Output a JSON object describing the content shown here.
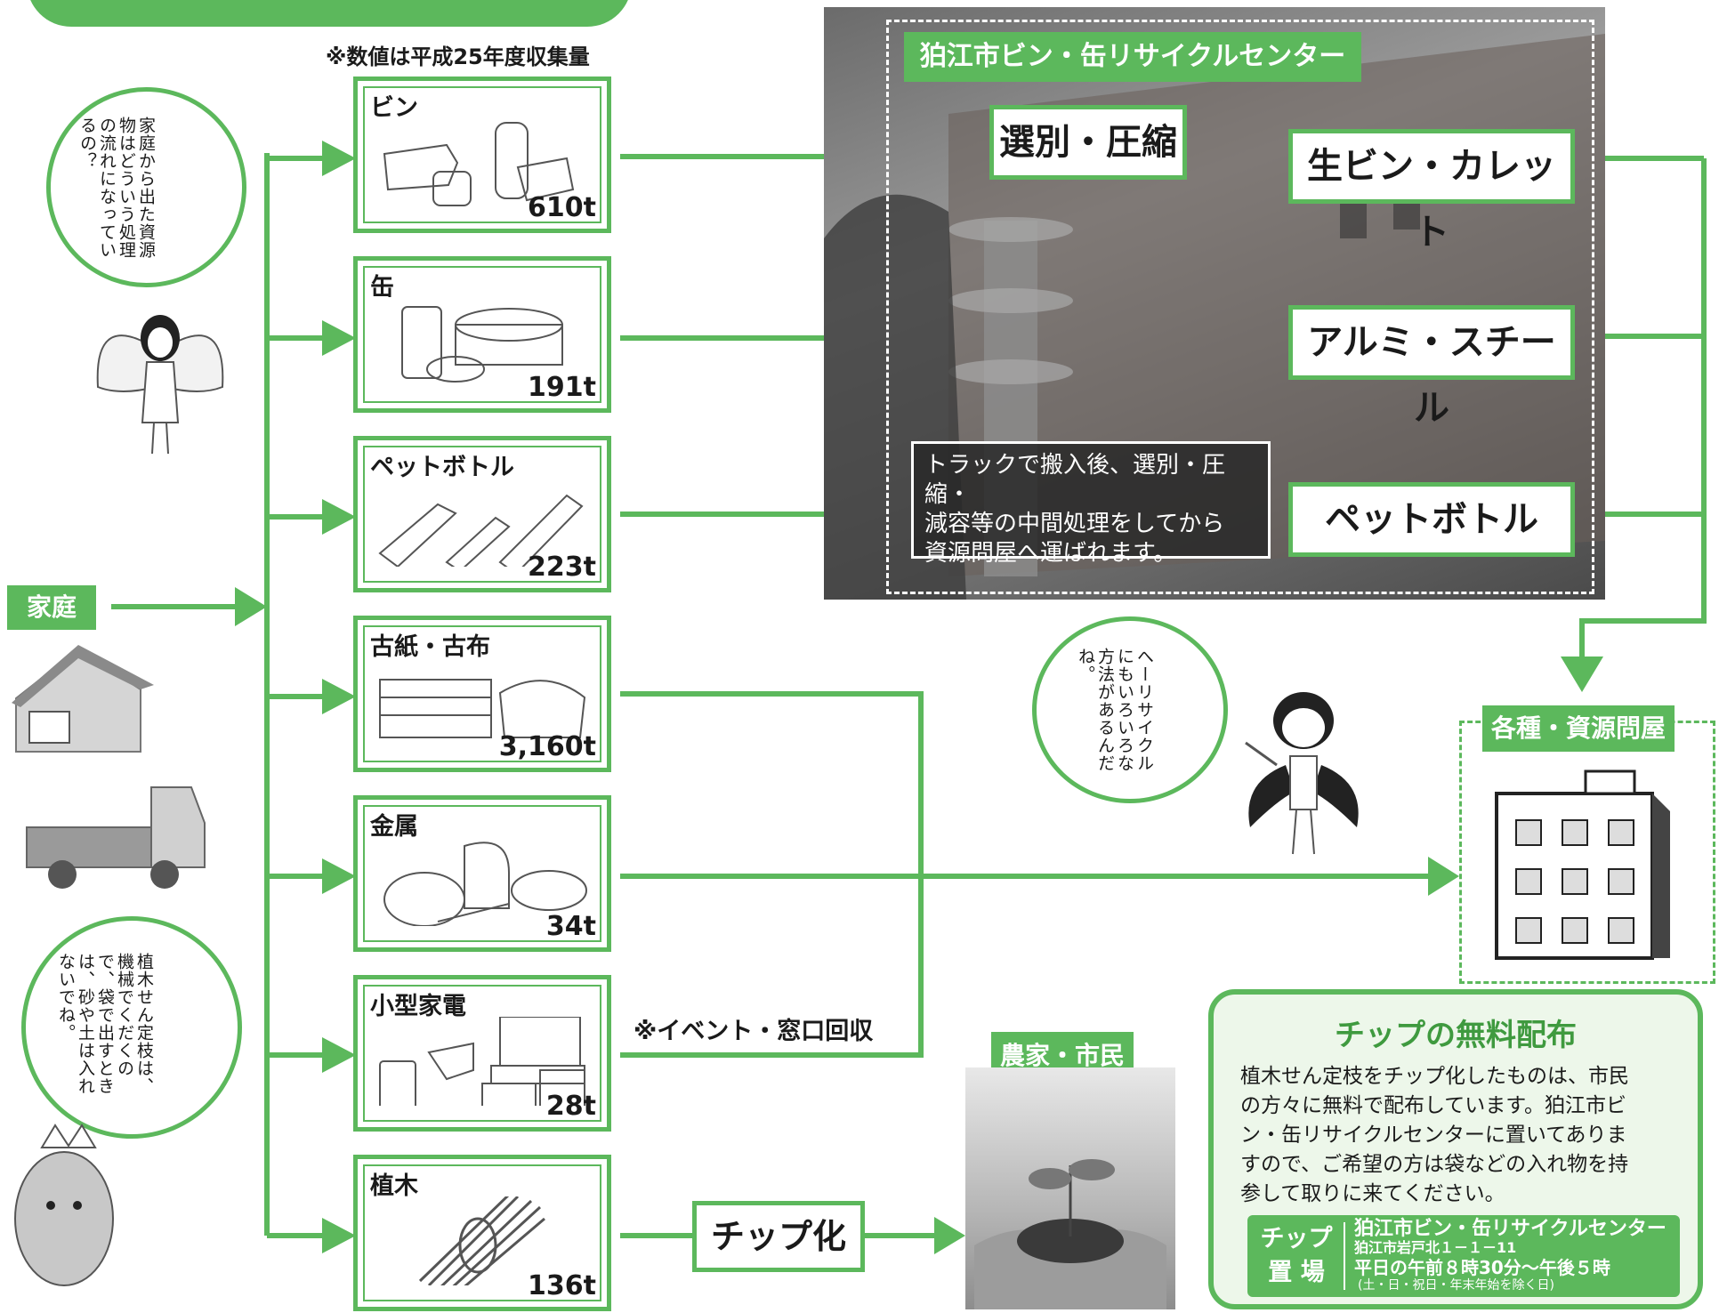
{
  "title": {
    "text": "…"
  },
  "note_top": "※数値は平成25年度収集量",
  "items": [
    {
      "label": "ビン",
      "amount": "610t"
    },
    {
      "label": "缶",
      "amount": "191t"
    },
    {
      "label": "ペットボトル",
      "amount": "223t"
    },
    {
      "label": "古紙・古布",
      "amount": "3,160t"
    },
    {
      "label": "金属",
      "amount": "34t"
    },
    {
      "label": "小型家電",
      "amount": "28t"
    },
    {
      "label": "植木",
      "amount": "136t"
    }
  ],
  "home_label": "家庭",
  "speech": {
    "butterfly": "家庭から出た資源物はどういう処理の流れになっているの？",
    "branch": "植木せん定枝は、機械でくだくので、袋で出すときは、砂や土は入れないでね。",
    "bug": "へーリサイクルにもいろいろな方法があるんだね。"
  },
  "center": {
    "name": "狛江市ビン・缶リサイクルセンター",
    "process": "選別・圧縮",
    "outputs": [
      "生ビン・カレット",
      "アルミ・スチール",
      "ペットボトル"
    ],
    "desc_lines": [
      "トラックで搬入後、選別・圧縮・",
      "減容等の中間処理をしてから",
      "資源問屋へ運ばれます。"
    ]
  },
  "wholesaler": "各種・資源問屋",
  "event_note": "※イベント・窓口回収",
  "chip": "チップ化",
  "farmers": "農家・市民",
  "info": {
    "title": "チップの無料配布",
    "lines": [
      "植木せん定枝をチップ化したものは、市民",
      "の方々に無料で配布しています。狛江市ビ",
      "ン・缶リサイクルセンターに置いてありま",
      "すので、ご希望の方は袋などの入れ物を持",
      "参して取りに来てください。"
    ],
    "place_label_1": "チップ",
    "place_label_2": "置 場",
    "place_name": "狛江市ビン・缶リサイクルセンター",
    "address": "狛江市岩戸北１－１－11",
    "hours": "平日の午前８時30分〜午後５時",
    "hours_note": "(土・日・祝日・年末年始を除く日)"
  },
  "colors": {
    "accent": "#5cb85c",
    "info_bg": "#edf7ea"
  }
}
